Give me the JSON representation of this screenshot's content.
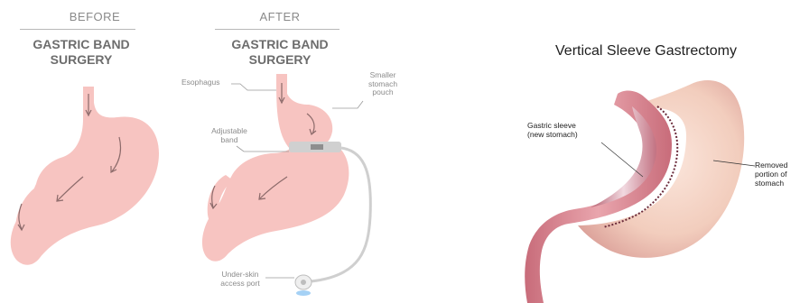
{
  "before_panel": {
    "top_label": "BEFORE",
    "title_line1": "GASTRIC BAND",
    "title_line2": "SURGERY"
  },
  "after_panel": {
    "top_label": "AFTER",
    "title_line1": "GASTRIC BAND",
    "title_line2": "SURGERY",
    "labels": {
      "esophagus": "Esophagus",
      "smaller_pouch_1": "Smaller",
      "smaller_pouch_2": "stomach",
      "smaller_pouch_3": "pouch",
      "adjustable_1": "Adjustable",
      "adjustable_2": "band",
      "port_1": "Under-skin",
      "port_2": "access port"
    }
  },
  "sleeve_panel": {
    "title": "Vertical Sleeve Gastrectomy",
    "labels": {
      "sleeve_1": "Gastric sleeve",
      "sleeve_2": "(new stomach)",
      "removed_1": "Removed",
      "removed_2": "portion of",
      "removed_3": "stomach"
    }
  },
  "colors": {
    "stomach_fill": "#f7c4c1",
    "arrow": "#8c6a6a",
    "band": "#c9c9c9",
    "sleeve_outer": "#f0c9b8",
    "sleeve_tissue": "#c6737f"
  }
}
